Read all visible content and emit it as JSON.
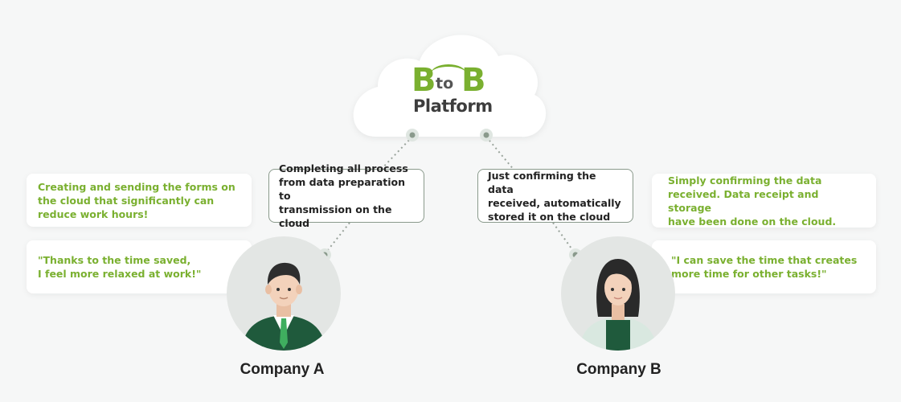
{
  "logo": {
    "letter_left": "B",
    "connector": "to",
    "letter_right": "B",
    "subtitle": "Platform"
  },
  "company_a": {
    "name": "Company A",
    "benefit_text": "Creating and sending the forms on\nthe cloud that significantly can\nreduce work hours!",
    "quote_text": "\"Thanks to the time saved,\nI feel more relaxed at work!\"",
    "process_text": "Completing all process\nfrom data preparation to\ntransmission on the cloud"
  },
  "company_b": {
    "name": "Company B",
    "benefit_text": "Simply confirming the data\nreceived. Data receipt and storage\nhave been done on the cloud.",
    "quote_text": "\"I can save the time that creates\nmore time for other tasks!\"",
    "process_text": "Just confirming the data\nreceived, automatically\nstored it on the cloud"
  },
  "colors": {
    "brand_green": "#7ab030",
    "suit_green": "#1f5a3c",
    "background": "#f6f7f7",
    "connector_gray": "#9aa49c"
  },
  "icons": {
    "company_a_avatar": "businessman-icon",
    "company_b_avatar": "businesswoman-icon",
    "cloud": "cloud-icon"
  }
}
